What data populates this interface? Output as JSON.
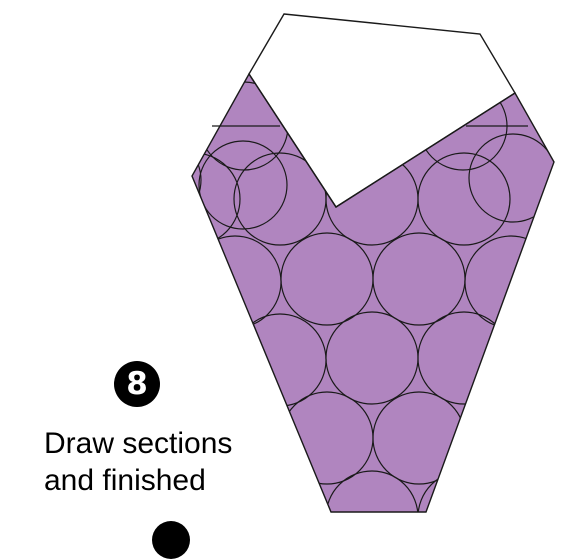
{
  "step": {
    "number": "8",
    "caption_line1": "Draw sections",
    "caption_line2": "and finished"
  },
  "colors": {
    "fill": "#b085bf",
    "stroke": "#1a1a1a",
    "paper": "#ffffff",
    "badge": "#000000"
  },
  "icons": {
    "step_badge": "numbered-circle-icon"
  }
}
